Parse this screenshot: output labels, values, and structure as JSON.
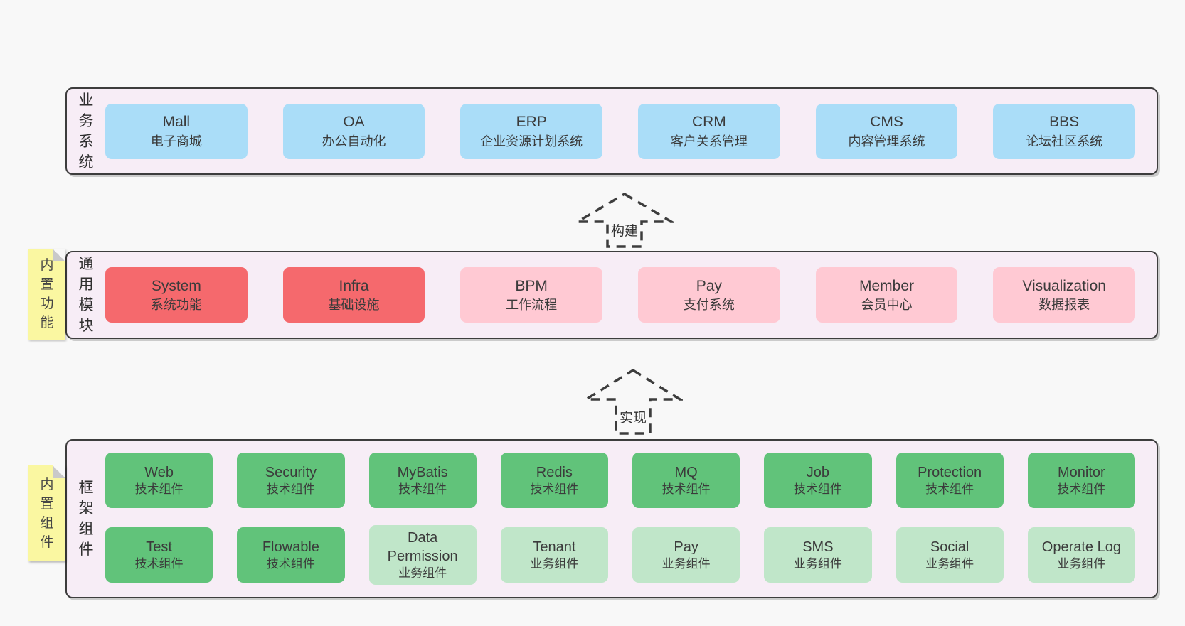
{
  "colors": {
    "page-bg": "#f8f8f8",
    "band-bg": "#f7edf6",
    "band-border": "#3d3d3d",
    "node-blue": "#aaddf8",
    "node-red": "#f5696d",
    "node-pink": "#ffc9d3",
    "node-green": "#61c37a",
    "node-lightgreen": "#c0e6c9",
    "sticky-yellow": "#faf7a1"
  },
  "arrows": [
    {
      "label": "构建"
    },
    {
      "label": "实现"
    }
  ],
  "bands": [
    {
      "id": "business-systems",
      "label": "业务系统",
      "sticky": null,
      "rows": [
        [
          {
            "en": "Mall",
            "zh": "电子商城",
            "type": "blue"
          },
          {
            "en": "OA",
            "zh": "办公自动化",
            "type": "blue"
          },
          {
            "en": "ERP",
            "zh": "企业资源计划系统",
            "type": "blue"
          },
          {
            "en": "CRM",
            "zh": "客户关系管理",
            "type": "blue"
          },
          {
            "en": "CMS",
            "zh": "内容管理系统",
            "type": "blue"
          },
          {
            "en": "BBS",
            "zh": "论坛社区系统",
            "type": "blue"
          }
        ]
      ]
    },
    {
      "id": "common-modules",
      "label": "通用模块",
      "sticky": "内置功能",
      "rows": [
        [
          {
            "en": "System",
            "zh": "系统功能",
            "type": "red"
          },
          {
            "en": "Infra",
            "zh": "基础设施",
            "type": "red"
          },
          {
            "en": "BPM",
            "zh": "工作流程",
            "type": "pink"
          },
          {
            "en": "Pay",
            "zh": "支付系统",
            "type": "pink"
          },
          {
            "en": "Member",
            "zh": "会员中心",
            "type": "pink"
          },
          {
            "en": "Visualization",
            "zh": "数据报表",
            "type": "pink"
          }
        ]
      ]
    },
    {
      "id": "framework-components",
      "label": "框架组件",
      "sticky": "内置组件",
      "rows": [
        [
          {
            "en": "Web",
            "zh": "技术组件",
            "type": "green"
          },
          {
            "en": "Security",
            "zh": "技术组件",
            "type": "green"
          },
          {
            "en": "MyBatis",
            "zh": "技术组件",
            "type": "green"
          },
          {
            "en": "Redis",
            "zh": "技术组件",
            "type": "green"
          },
          {
            "en": "MQ",
            "zh": "技术组件",
            "type": "green"
          },
          {
            "en": "Job",
            "zh": "技术组件",
            "type": "green"
          },
          {
            "en": "Protection",
            "zh": "技术组件",
            "type": "green"
          },
          {
            "en": "Monitor",
            "zh": "技术组件",
            "type": "green"
          }
        ],
        [
          {
            "en": "Test",
            "zh": "技术组件",
            "type": "green"
          },
          {
            "en": "Flowable",
            "zh": "技术组件",
            "type": "green"
          },
          {
            "en": "Data Permission",
            "zh": "业务组件",
            "type": "lightgreen"
          },
          {
            "en": "Tenant",
            "zh": "业务组件",
            "type": "lightgreen"
          },
          {
            "en": "Pay",
            "zh": "业务组件",
            "type": "lightgreen"
          },
          {
            "en": "SMS",
            "zh": "业务组件",
            "type": "lightgreen"
          },
          {
            "en": "Social",
            "zh": "业务组件",
            "type": "lightgreen"
          },
          {
            "en": "Operate Log",
            "zh": "业务组件",
            "type": "lightgreen"
          }
        ]
      ]
    }
  ]
}
